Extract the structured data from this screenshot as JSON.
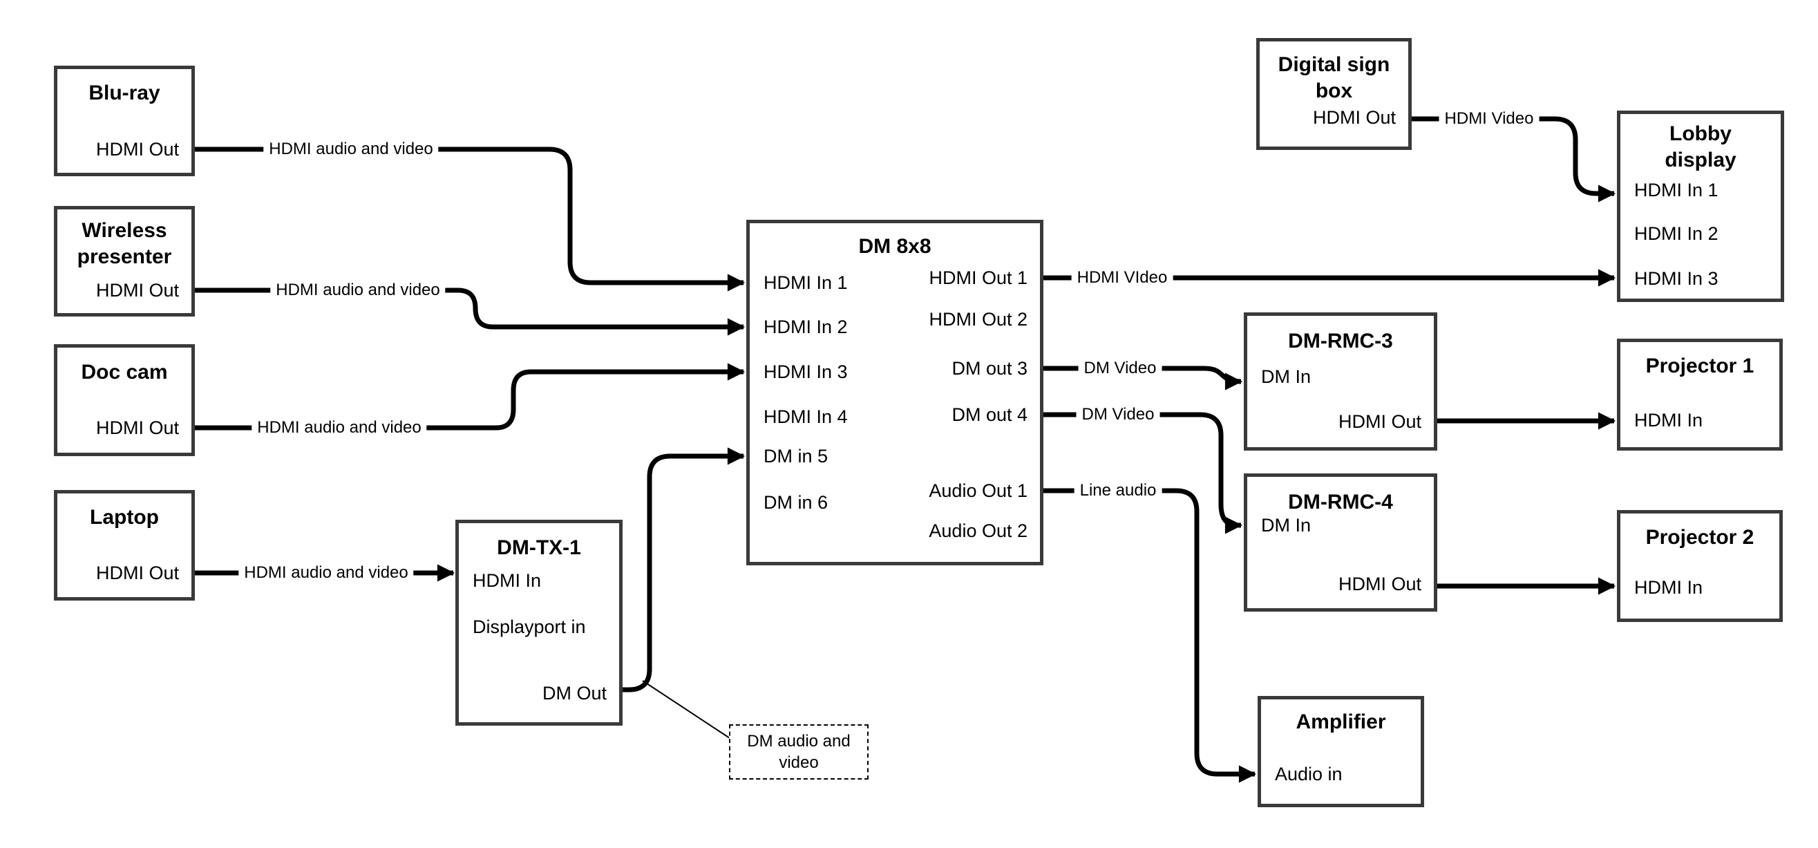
{
  "theme": {
    "bg": "#ffffff",
    "line_color": "#000000",
    "box_border_color": "#3a3a3a",
    "text_color": "#000000"
  },
  "nodes": {
    "bluray": {
      "title": "Blu-ray",
      "ports": {
        "hdmi_out": "HDMI Out"
      }
    },
    "wireless_presenter": {
      "title": "Wireless presenter",
      "ports": {
        "hdmi_out": "HDMI Out"
      }
    },
    "doc_cam": {
      "title": "Doc cam",
      "ports": {
        "hdmi_out": "HDMI Out"
      }
    },
    "laptop": {
      "title": "Laptop",
      "ports": {
        "hdmi_out": "HDMI Out"
      }
    },
    "dm_tx_1": {
      "title": "DM-TX-1",
      "ports": {
        "hdmi_in": "HDMI In",
        "displayport_in": "Displayport in",
        "dm_out": "DM Out"
      }
    },
    "dm_8x8": {
      "title": "DM 8x8",
      "ports": {
        "hdmi_in_1": "HDMI In 1",
        "hdmi_in_2": "HDMI In 2",
        "hdmi_in_3": "HDMI In 3",
        "hdmi_in_4": "HDMI In 4",
        "dm_in_5": "DM in 5",
        "dm_in_6": "DM in 6",
        "hdmi_out_1": "HDMI Out 1",
        "hdmi_out_2": "HDMI Out 2",
        "dm_out_3": "DM out 3",
        "dm_out_4": "DM out 4",
        "audio_out_1": "Audio Out 1",
        "audio_out_2": "Audio Out 2"
      }
    },
    "digital_sign_box": {
      "title": "Digital sign box",
      "ports": {
        "hdmi_out": "HDMI Out"
      }
    },
    "lobby_display": {
      "title": "Lobby display",
      "ports": {
        "hdmi_in_1": "HDMI In 1",
        "hdmi_in_2": "HDMI In 2",
        "hdmi_in_3": "HDMI In 3"
      }
    },
    "dm_rmc_3": {
      "title": "DM-RMC-3",
      "ports": {
        "dm_in": "DM In",
        "hdmi_out": "HDMI Out"
      }
    },
    "projector_1": {
      "title": "Projector 1",
      "ports": {
        "hdmi_in": "HDMI In"
      }
    },
    "dm_rmc_4": {
      "title": "DM-RMC-4",
      "ports": {
        "dm_in": "DM In",
        "hdmi_out": "HDMI Out"
      }
    },
    "projector_2": {
      "title": "Projector 2",
      "ports": {
        "hdmi_in": "HDMI In"
      }
    },
    "amplifier": {
      "title": "Amplifier",
      "ports": {
        "audio_in": "Audio in"
      }
    }
  },
  "edges": {
    "bluray_to_dm8x8": {
      "label": "HDMI audio and video"
    },
    "wireless_to_dm8x8": {
      "label": "HDMI audio and video"
    },
    "doc_cam_to_dm8x8": {
      "label": "HDMI audio and video"
    },
    "laptop_to_dm_tx_1": {
      "label": "HDMI audio and video"
    },
    "dm8x8_out1_to_lobby": {
      "label": "HDMI VIdeo"
    },
    "dm8x8_out3_to_rmc3": {
      "label": "DM Video"
    },
    "dm8x8_out4_to_rmc4": {
      "label": "DM Video"
    },
    "dm8x8_audio1_to_amplifier": {
      "label": "Line audio"
    },
    "digital_sign_to_lobby": {
      "label": "HDMI Video"
    }
  },
  "note": {
    "text": "DM audio and video"
  }
}
